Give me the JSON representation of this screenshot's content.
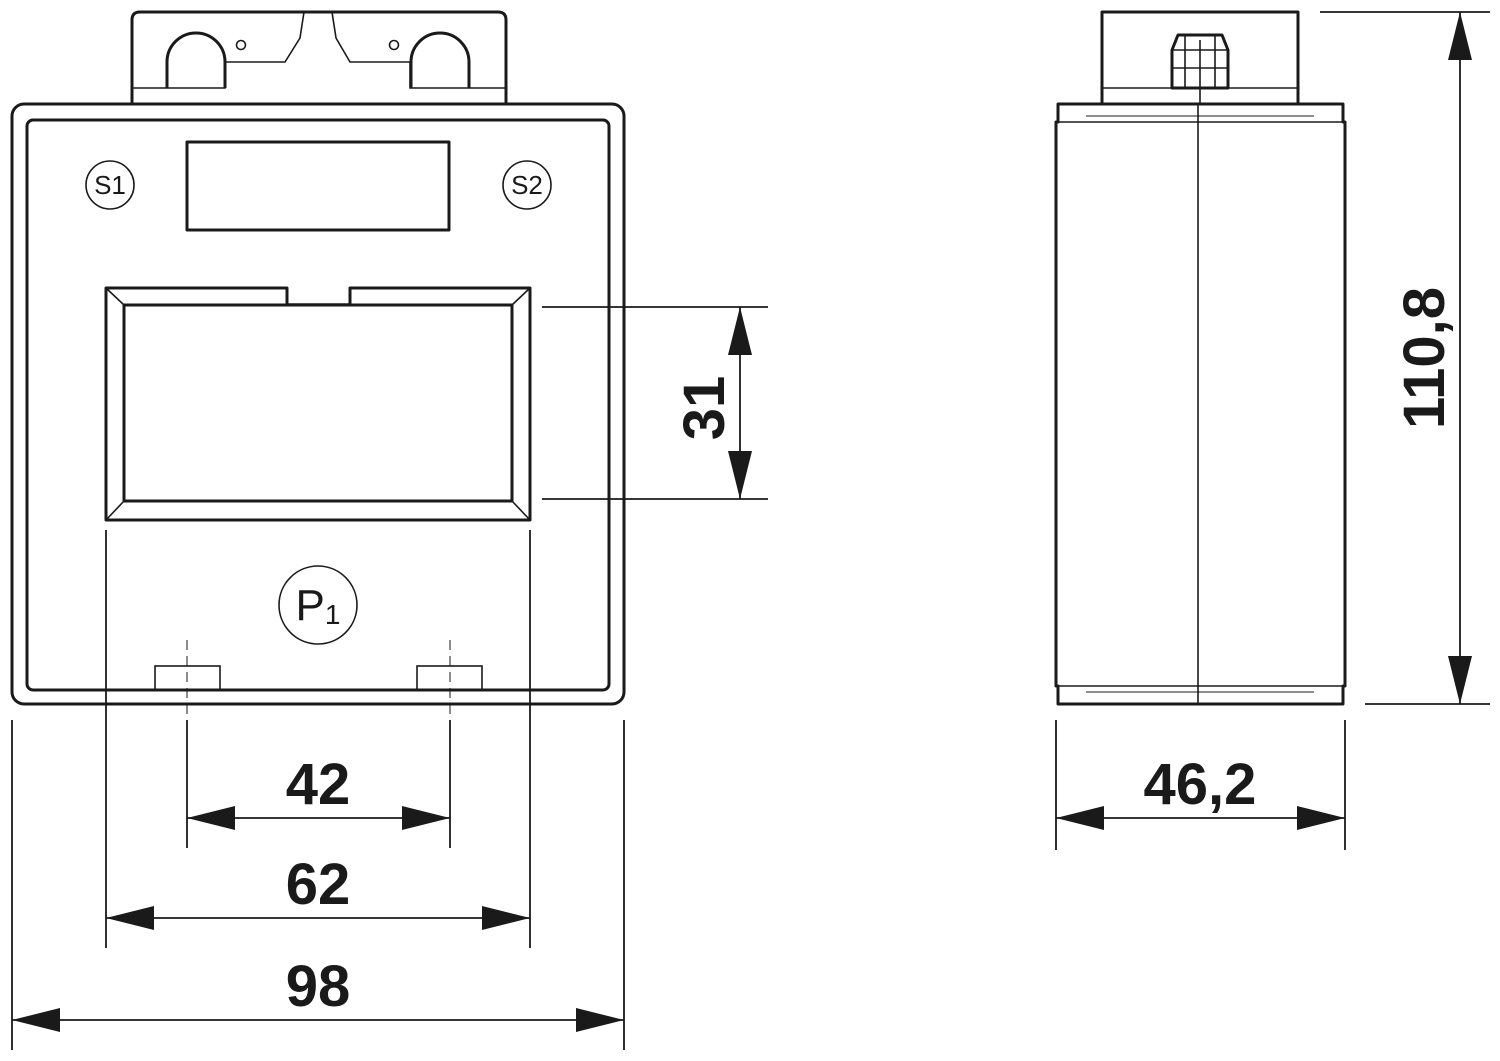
{
  "front_view": {
    "terminal_labels": {
      "s1": "S1",
      "s2": "S2"
    },
    "primary_label": {
      "letter": "P",
      "subscript": "1"
    },
    "dimensions": {
      "window_height": "31",
      "mount_spacing": "42",
      "window_width": "62",
      "overall_width": "98"
    }
  },
  "side_view": {
    "dimensions": {
      "overall_height": "110,8",
      "depth": "46,2"
    }
  }
}
